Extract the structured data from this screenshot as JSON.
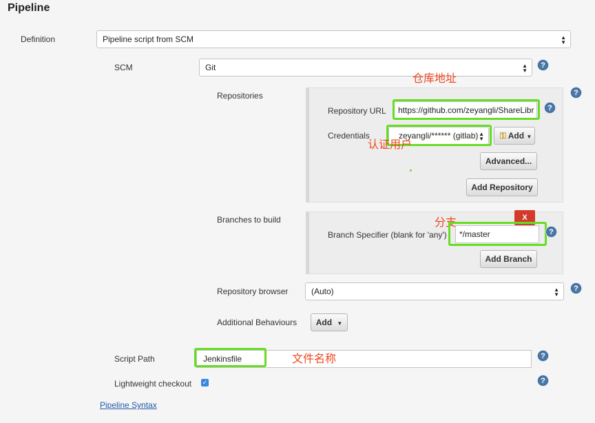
{
  "section_title": "Pipeline",
  "definition": {
    "label": "Definition",
    "value": "Pipeline script from SCM"
  },
  "scm": {
    "label": "SCM",
    "value": "Git"
  },
  "repositories": {
    "label": "Repositories",
    "url_label": "Repository URL",
    "url_value": "https://github.com/zeyangli/ShareLibr",
    "credentials_label": "Credentials",
    "credentials_value": "zeyangli/****** (gitlab)",
    "add_label": "Add",
    "advanced_label": "Advanced...",
    "add_repository_label": "Add Repository"
  },
  "branches": {
    "label": "Branches to build",
    "specifier_label": "Branch Specifier (blank for 'any')",
    "specifier_value": "*/master",
    "delete_label": "X",
    "add_branch_label": "Add Branch"
  },
  "repo_browser": {
    "label": "Repository browser",
    "value": "(Auto)"
  },
  "behaviours": {
    "label": "Additional Behaviours",
    "add_label": "Add"
  },
  "script_path": {
    "label": "Script Path",
    "value": "Jenkinsfile"
  },
  "lightweight": {
    "label": "Lightweight checkout",
    "checked": true
  },
  "syntax_link": "Pipeline Syntax",
  "help_glyph": "?",
  "annotations": {
    "repo_address": "仓库地址",
    "auth_user": "认证用户",
    "branch": "分支",
    "file_name": "文件名称"
  },
  "colors": {
    "highlight": "#66dd22",
    "annotation": "#f0461e",
    "delete": "#d43a2c",
    "link": "#2158a8"
  }
}
